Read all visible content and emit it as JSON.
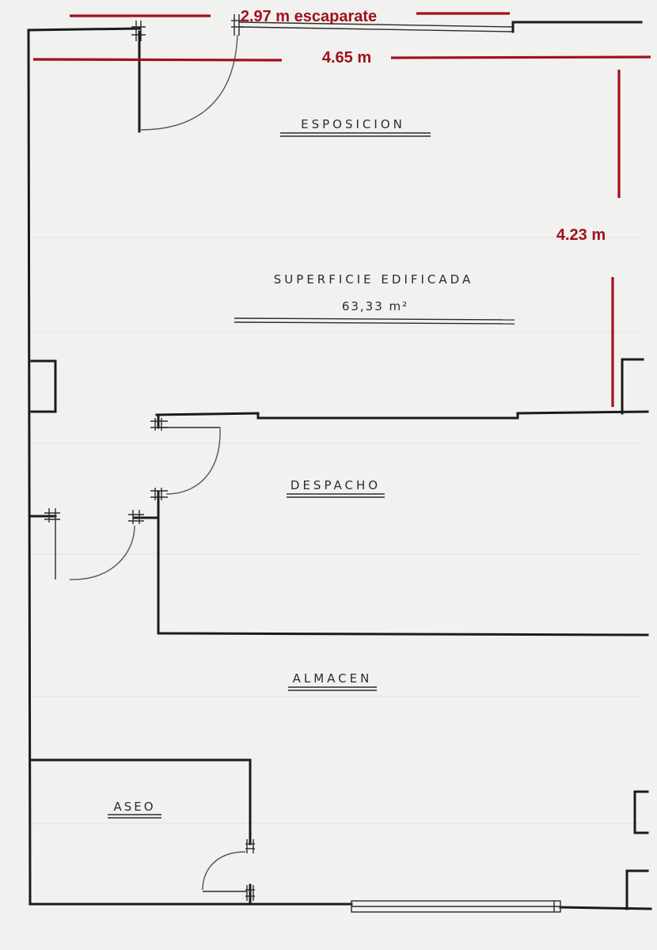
{
  "dimensions": {
    "front": "2.97 m escaparate",
    "width": "4.65 m",
    "depth": "4.23 m"
  },
  "rooms": {
    "exhibition": "ESPOSICION",
    "office": "DESPACHO",
    "storage": "ALMACEN",
    "toilet": "ASEO"
  },
  "area": {
    "label": "SUPERFICIE   EDIFICADA",
    "value": "63,33 m²"
  },
  "colors": {
    "dimension": "#a0101b",
    "wall": "#1b1b1b",
    "paper": "#f1f1ef"
  }
}
